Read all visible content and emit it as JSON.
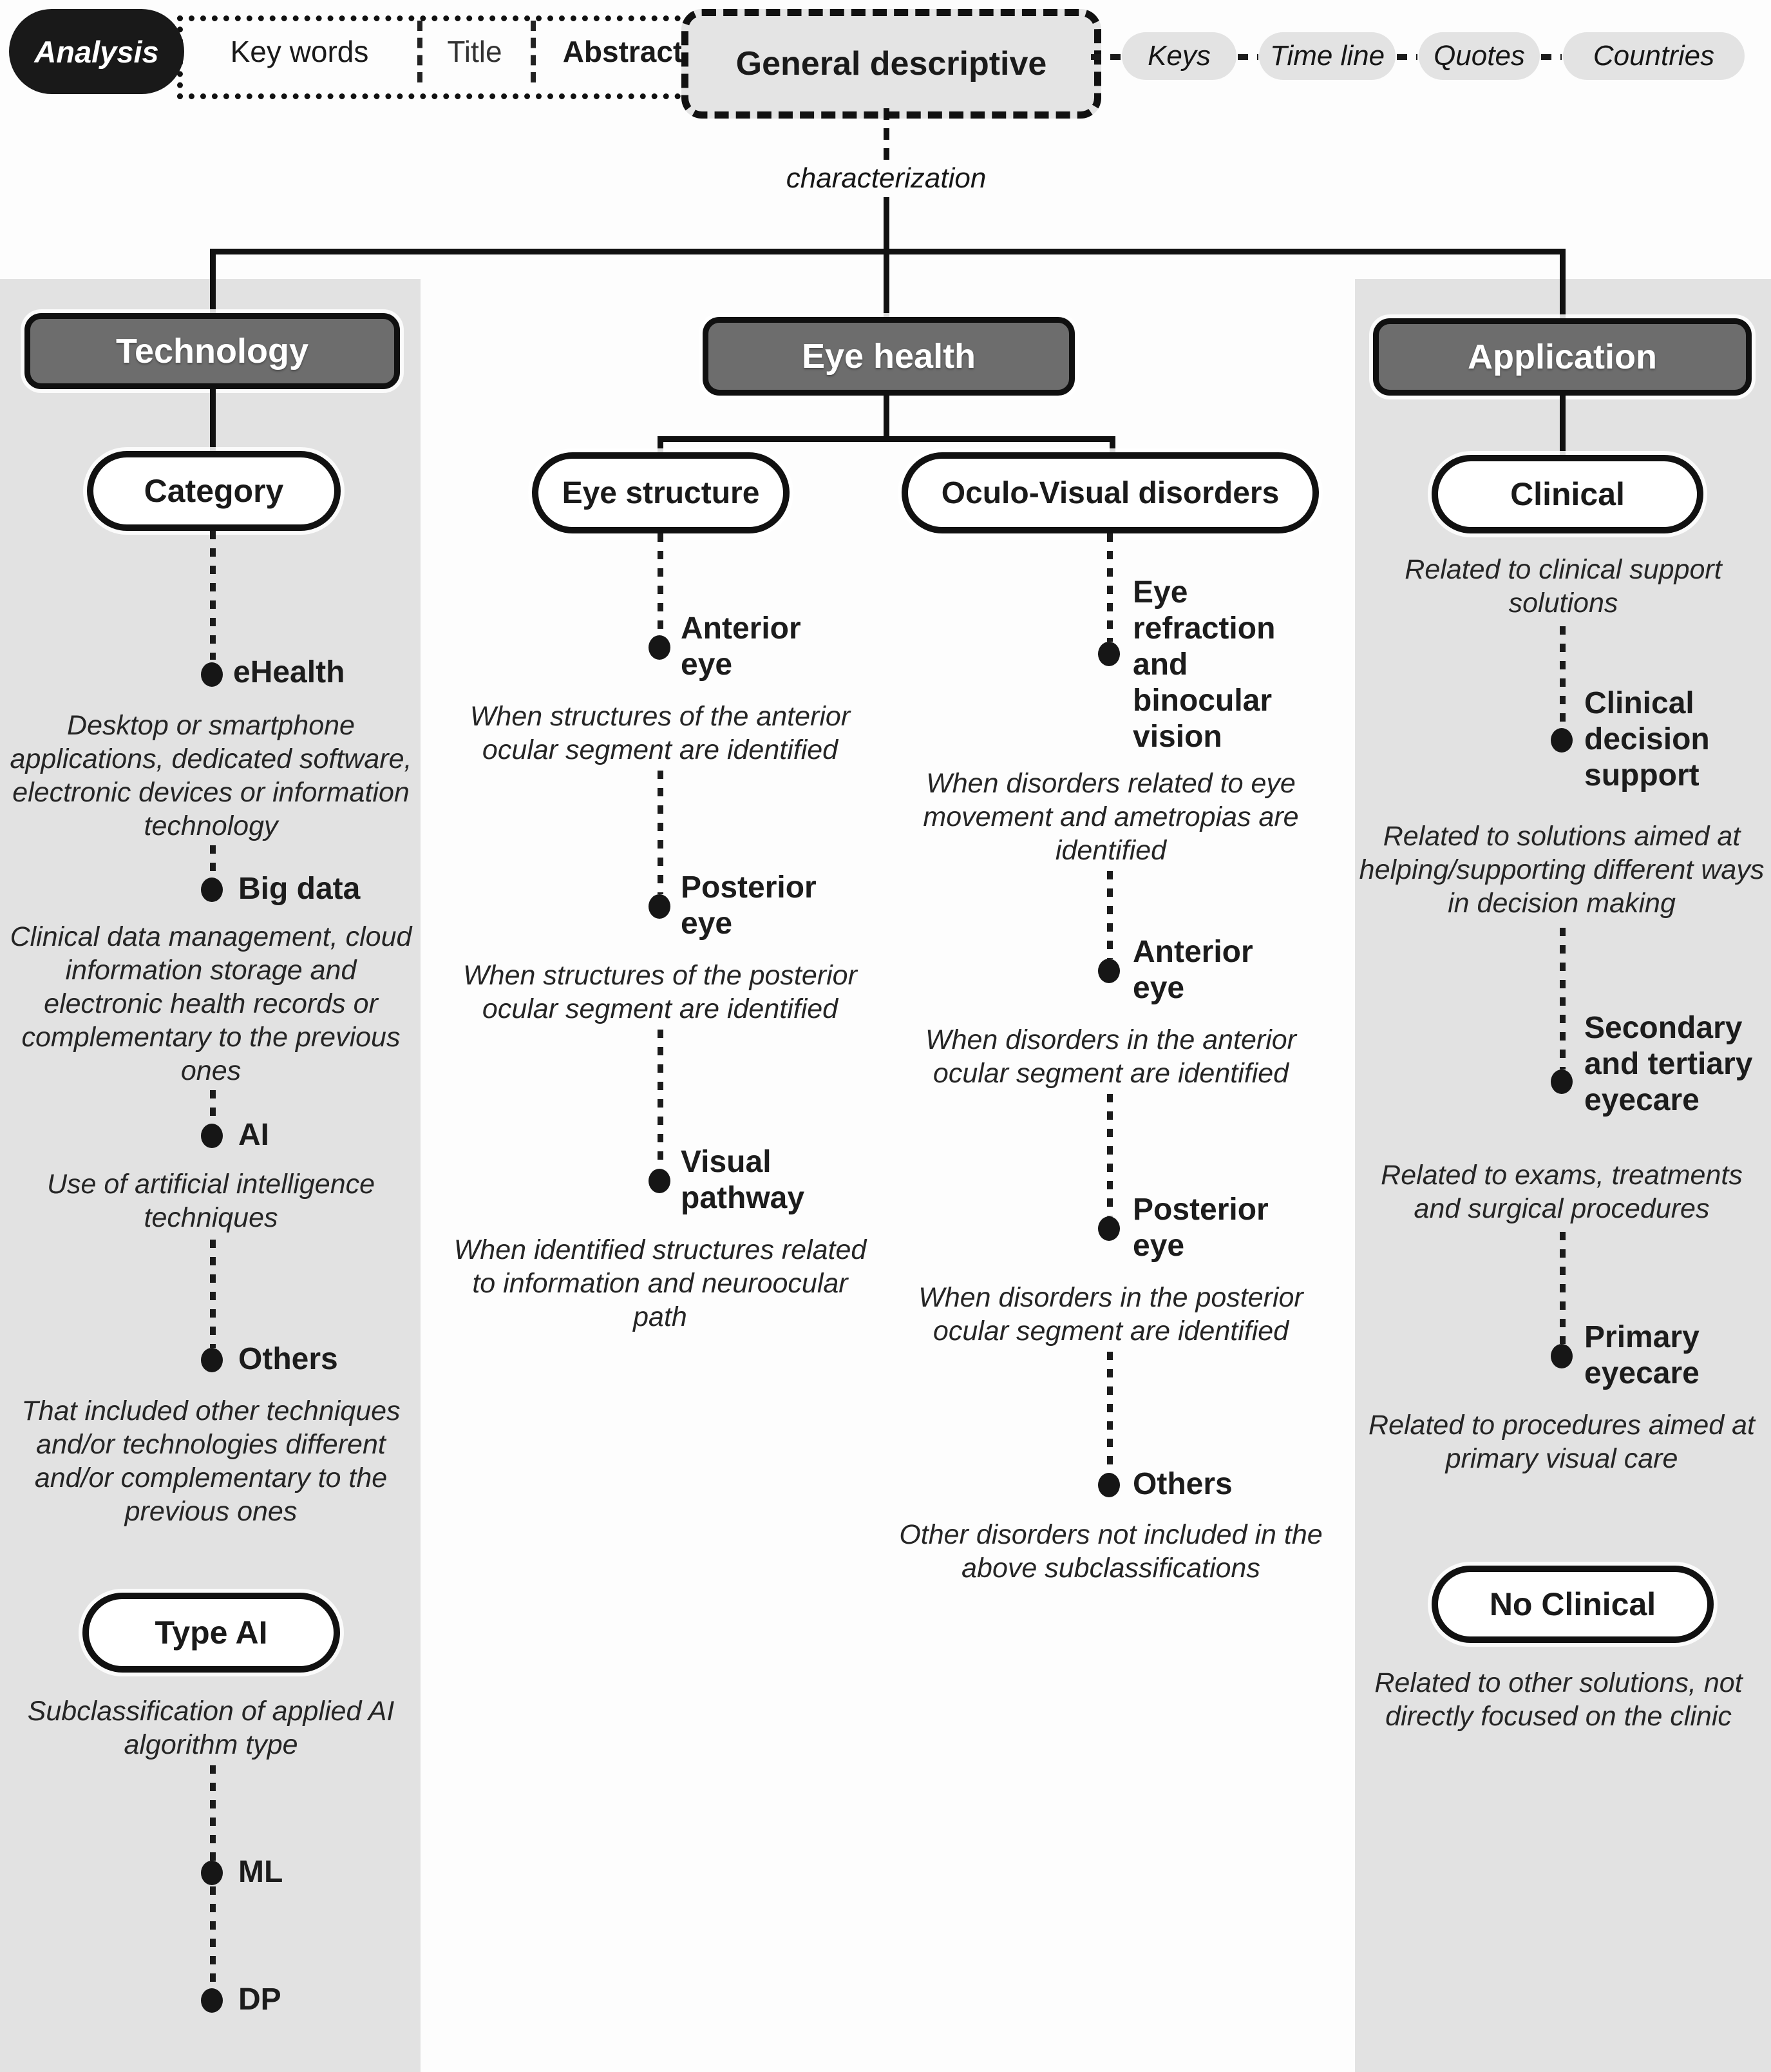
{
  "top": {
    "analysis": "Analysis",
    "fields": [
      "Key words",
      "Title",
      "Abstract"
    ],
    "general_descriptive": "General descriptive",
    "characterization": "characterization",
    "tags": [
      "Keys",
      "Time line",
      "Quotes",
      "Countries"
    ]
  },
  "colors": {
    "panel_bg": "#e2e2e2",
    "header_fill": "#6d6d6d",
    "header_text": "#ffffff",
    "pill_fill": "#ffffff",
    "border": "#111111",
    "tag_fill": "#e3e3e3",
    "analysis_fill": "#191919"
  },
  "columns": {
    "technology": {
      "header": "Technology",
      "category": {
        "title": "Category",
        "items": [
          {
            "label": "eHealth",
            "desc": "Desktop or smartphone applications, dedicated software, electronic devices or information technology"
          },
          {
            "label": "Big data",
            "desc": "Clinical data management, cloud information storage and electronic health records or complementary to the previous ones"
          },
          {
            "label": "AI",
            "desc": "Use of artificial intelligence techniques"
          },
          {
            "label": "Others",
            "desc": "That included other techniques and/or technologies different and/or complementary to the previous ones"
          }
        ]
      },
      "type_ai": {
        "title": "Type AI",
        "desc": "Subclassification of applied AI algorithm type",
        "items": [
          {
            "label": "ML"
          },
          {
            "label": "DP"
          }
        ]
      }
    },
    "eye_health": {
      "header": "Eye health",
      "eye_structure": {
        "title": "Eye structure",
        "items": [
          {
            "label": "Anterior eye",
            "desc": "When structures of the anterior ocular segment are identified"
          },
          {
            "label": "Posterior eye",
            "desc": "When structures of the posterior ocular segment are identified"
          },
          {
            "label": "Visual pathway",
            "desc": "When identified structures related to information and neuroocular path"
          }
        ]
      },
      "oculo_visual": {
        "title": "Oculo-Visual disorders",
        "items": [
          {
            "label": "Eye refraction and binocular vision",
            "desc": "When disorders related to eye movement and ametropias are identified"
          },
          {
            "label": "Anterior eye",
            "desc": "When disorders in the anterior ocular segment are identified"
          },
          {
            "label": "Posterior eye",
            "desc": "When disorders in the posterior ocular segment are identified"
          },
          {
            "label": "Others",
            "desc": "Other disorders not included in the above subclassifications"
          }
        ]
      }
    },
    "application": {
      "header": "Application",
      "clinical": {
        "title": "Clinical",
        "desc": "Related to clinical support solutions",
        "items": [
          {
            "label": "Clinical decision support",
            "desc": "Related to solutions aimed at helping/supporting different ways in decision making"
          },
          {
            "label": "Secondary and tertiary eyecare",
            "desc": "Related to exams, treatments and surgical procedures"
          },
          {
            "label": "Primary eyecare",
            "desc": "Related to procedures aimed at primary visual care"
          }
        ]
      },
      "no_clinical": {
        "title": "No Clinical",
        "desc": "Related to other solutions, not directly focused on the clinic"
      }
    }
  }
}
